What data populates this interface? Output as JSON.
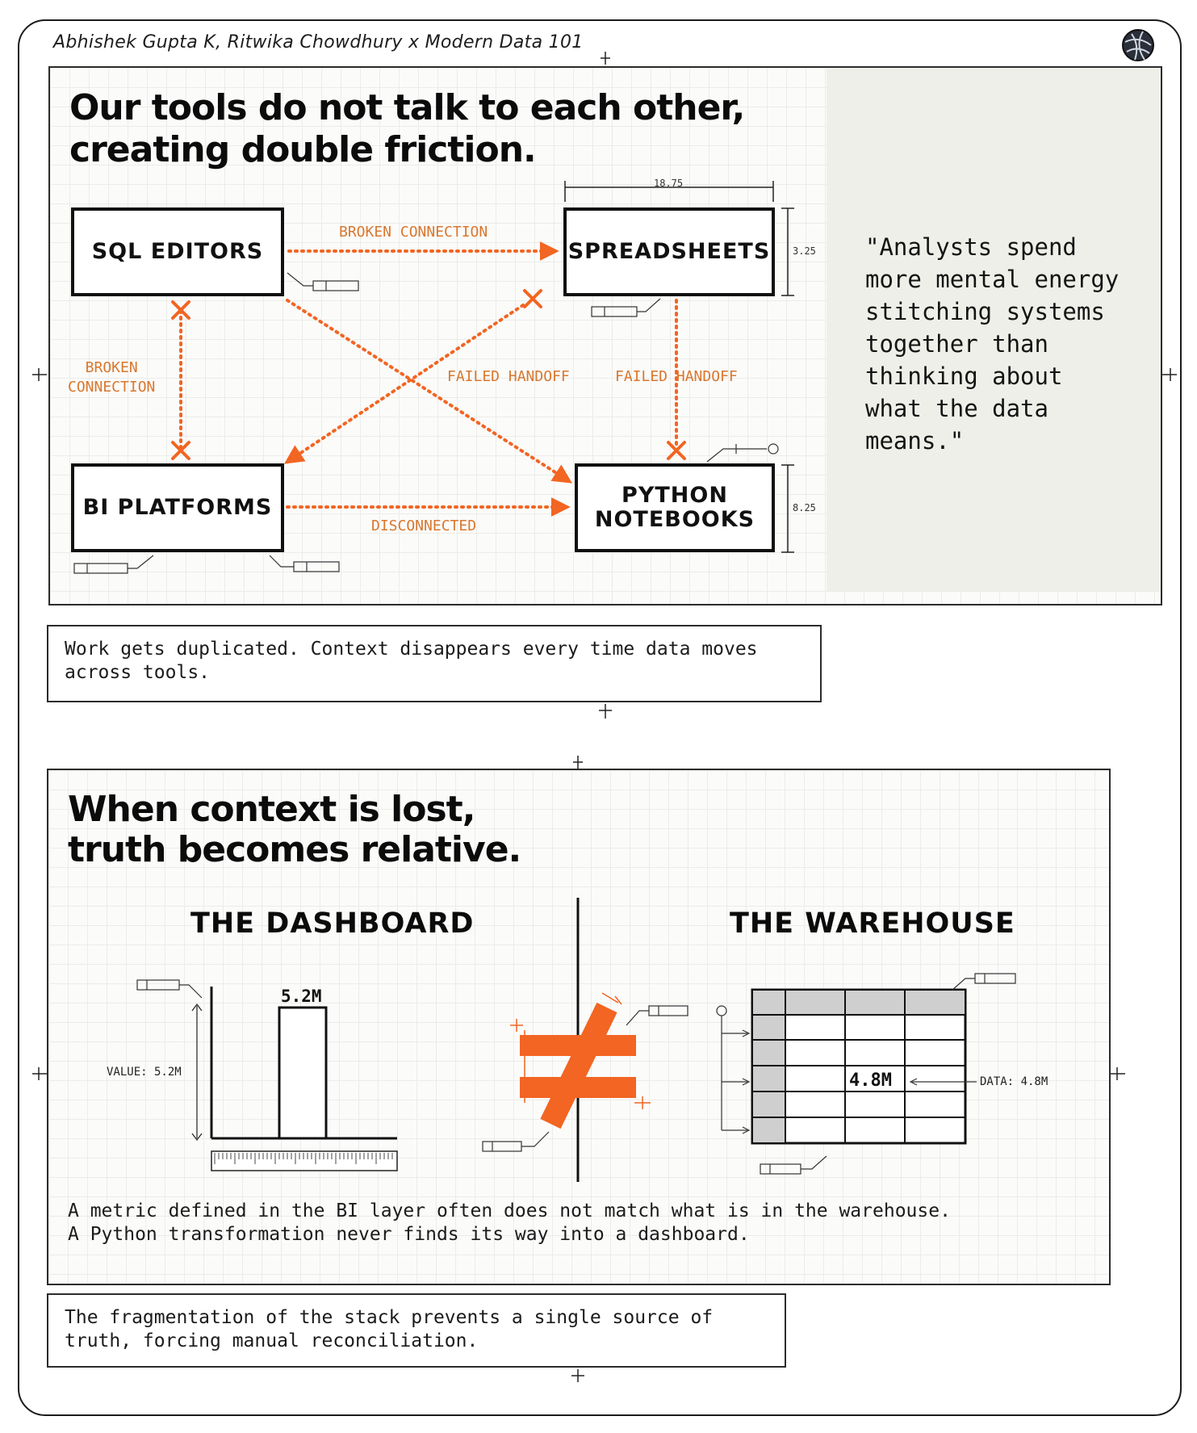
{
  "header": {
    "author": "Abhishek Gupta K, Ritwika Chowdhury x Modern Data 101"
  },
  "section1": {
    "title": "Our tools do not talk to each other,\ncreating double friction.",
    "nodes": {
      "sql": "SQL EDITORS",
      "spreadsheets": "SPREADSHEETS",
      "bi": "BI PLATFORMS",
      "python": "PYTHON\nNOTEBOOKS"
    },
    "edges": {
      "top": "BROKEN CONNECTION",
      "left": "BROKEN\nCONNECTION",
      "diag": "FAILED HANDOFF",
      "right": "FAILED HANDOFF",
      "bottom": "DISCONNECTED"
    },
    "dimensions": {
      "width": "18.75",
      "height_top": "3.25",
      "height_bottom": "8.25"
    },
    "quote": "\"Analysts spend\nmore mental energy\nstitching systems\ntogether than\nthinking about\nwhat the data\nmeans.\"",
    "caption": "Work gets duplicated. Context disappears every time data moves\nacross tools."
  },
  "section2": {
    "title": "When context is lost,\ntruth becomes relative.",
    "dashboard": {
      "title": "THE DASHBOARD",
      "bar_label": "5.2M",
      "value_label": "VALUE: 5.2M",
      "value": 5.2
    },
    "warehouse": {
      "title": "THE WAREHOUSE",
      "cell_label": "4.8M",
      "data_label": "DATA: 4.8M",
      "value": 4.8
    },
    "symbol": "≠",
    "body": "A metric defined in the BI layer often does not match what is in the warehouse.\nA Python transformation never finds its way into a dashboard.",
    "caption": "The fragmentation of the stack prevents a single source of\ntruth, forcing manual reconciliation."
  },
  "colors": {
    "accent": "#f26522",
    "edge_label": "#d9772e",
    "ink": "#101010",
    "quote_bg": "#efefe9"
  }
}
